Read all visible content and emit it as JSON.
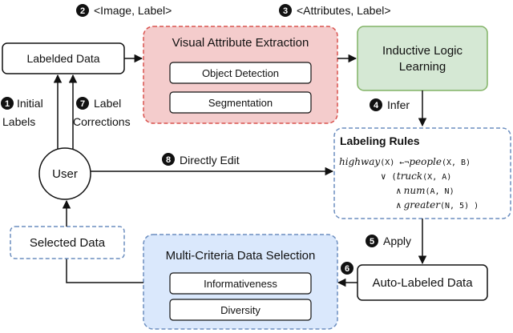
{
  "steps": {
    "s2": {
      "num": "2",
      "text": "<Image, Label>"
    },
    "s3": {
      "num": "3",
      "text": "<Attributes, Label>"
    },
    "s1": {
      "num": "1",
      "line1": "Initial",
      "line2": "Labels"
    },
    "s7": {
      "num": "7",
      "line1": "Label",
      "line2": "Corrections"
    },
    "s4": {
      "num": "4",
      "text": "Infer"
    },
    "s8": {
      "num": "8",
      "text": "Directly Edit"
    },
    "s5": {
      "num": "5",
      "text": "Apply"
    },
    "s6": {
      "num": "6"
    }
  },
  "nodes": {
    "labeled_data": "Labelded Data",
    "vae": {
      "title": "Visual Attribute Extraction",
      "object_detection": "Object Detection",
      "segmentation": "Segmentation"
    },
    "ilp": {
      "line1": "Inductive Logic",
      "line2": "Learning"
    },
    "user": "User",
    "labeling_rules": {
      "title": "Labeling Rules",
      "rule1_pred": "highway",
      "rule1_args": "(X) ←¬",
      "rule1_pred2": "people",
      "rule1_args2": "(X, B)",
      "rule2_op": "∨ (",
      "rule2_pred": "truck",
      "rule2_args": "(X, A)",
      "rule3_op": "∧",
      "rule3_pred": "num",
      "rule3_args": "(A, N)",
      "rule4_op": "∧",
      "rule4_pred": "greater",
      "rule4_args": "(N, 5) )"
    },
    "selected_data": "Selected Data",
    "mcds": {
      "title": "Multi-Criteria Data Selection",
      "informativeness": "Informativeness",
      "diversity": "Diversity"
    },
    "auto_labeled": "Auto-Labeled Data"
  },
  "colors": {
    "vae_fill": "#f4cccc",
    "vae_stroke": "#d9534f",
    "ilp_fill": "#d5e8d4",
    "ilp_stroke": "#82b366",
    "mcds_fill": "#dae8fc",
    "mcds_stroke": "#6c8ebf",
    "dashed_blue": "#6c8ebf"
  }
}
